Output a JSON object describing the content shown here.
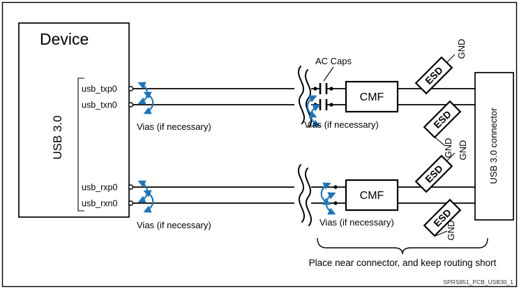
{
  "device": {
    "title": "Device",
    "bus_label": "USB 3.0",
    "pins": [
      "usb_txp0",
      "usb_txn0",
      "usb_rxp0",
      "usb_rxn0"
    ]
  },
  "labels": {
    "ac_caps": "AC Caps",
    "vias": "Vias (if necessary)",
    "cmf": "CMF",
    "esd": "ESD",
    "gnd": "GND",
    "connector": "USB 3.0 connector",
    "note": "Place near connector, and keep routing short",
    "watermark": "SPRS851_PCB_USB30_1"
  },
  "colors": {
    "trace": "#000000",
    "via_arrow": "#1b75bc",
    "background": "#ffffff"
  }
}
